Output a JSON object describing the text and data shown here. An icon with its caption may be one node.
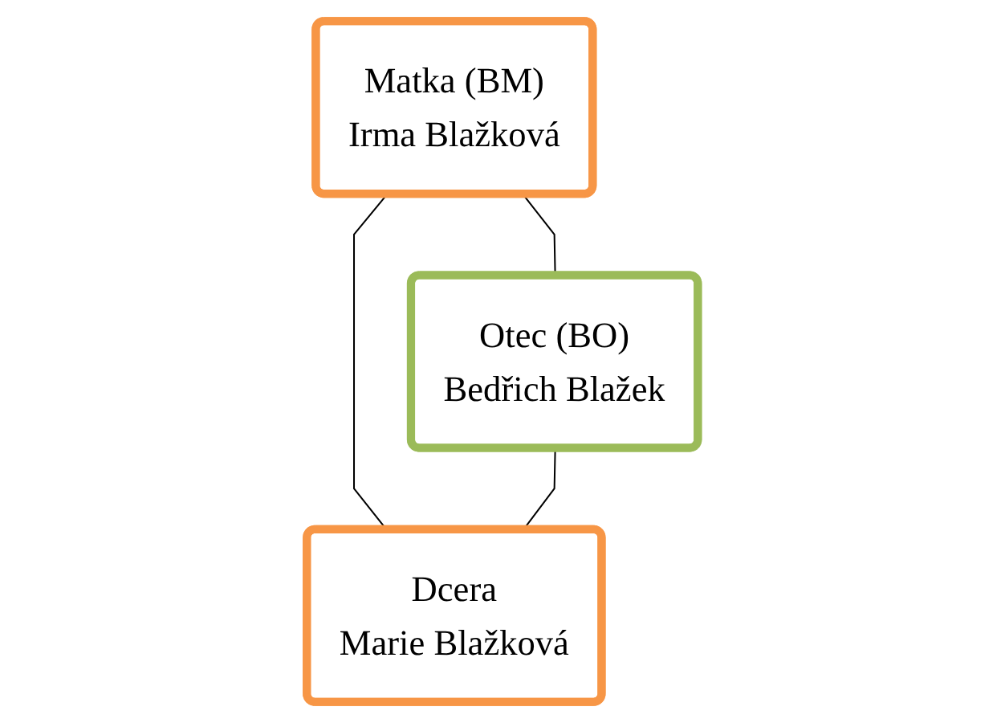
{
  "diagram": {
    "nodes": [
      {
        "text": [
          "Matka (BM)",
          "Irma Blažková"
        ]
      },
      {
        "text": [
          "Otec (BO)",
          "Bedřich Blažek"
        ]
      },
      {
        "text": [
          "Dcera",
          "Marie Blažková"
        ]
      }
    ],
    "edges": [
      {
        "from": 0,
        "to": 1,
        "arrow": "none"
      },
      {
        "from": 0,
        "to": 2,
        "arrow": "none"
      },
      {
        "from": 1,
        "to": 2,
        "arrow": "none"
      }
    ]
  }
}
